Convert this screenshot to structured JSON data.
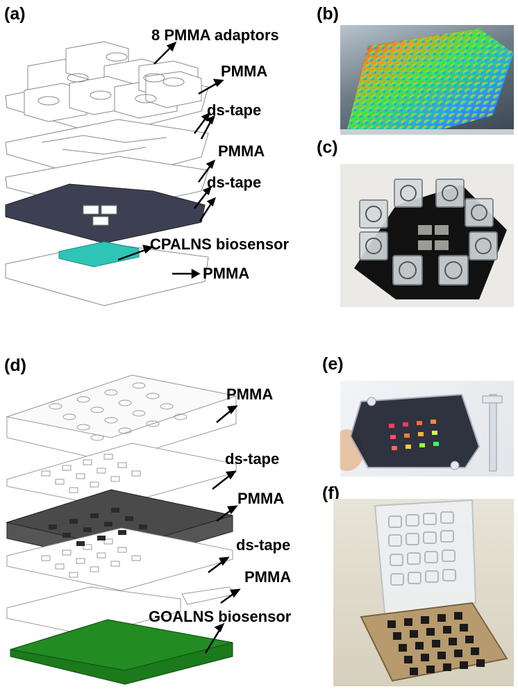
{
  "panels": {
    "a": "(a)",
    "b": "(b)",
    "c": "(c)",
    "d": "(d)",
    "e": "(e)",
    "f": "(f)"
  },
  "panel_a_labels": {
    "adaptors": "8 PMMA adaptors",
    "pmma_top": "PMMA",
    "tape_1": "ds-tape",
    "pmma_mid": "PMMA",
    "tape_2": "ds-tape",
    "biosensor": "CPALNS biosensor",
    "pmma_bottom": "PMMA"
  },
  "panel_d_labels": {
    "pmma_top": "PMMA",
    "tape_1": "ds-tape",
    "pmma_mid": "PMMA",
    "tape_2": "ds-tape",
    "pmma_bottom": "PMMA",
    "biosensor": "GOALNS biosensor"
  },
  "colors": {
    "cyan_sensor": "#2ec4b6",
    "dark_layer": "#3d3f52",
    "gray_layer": "#555555",
    "green_sensor": "#1b7a1b"
  }
}
